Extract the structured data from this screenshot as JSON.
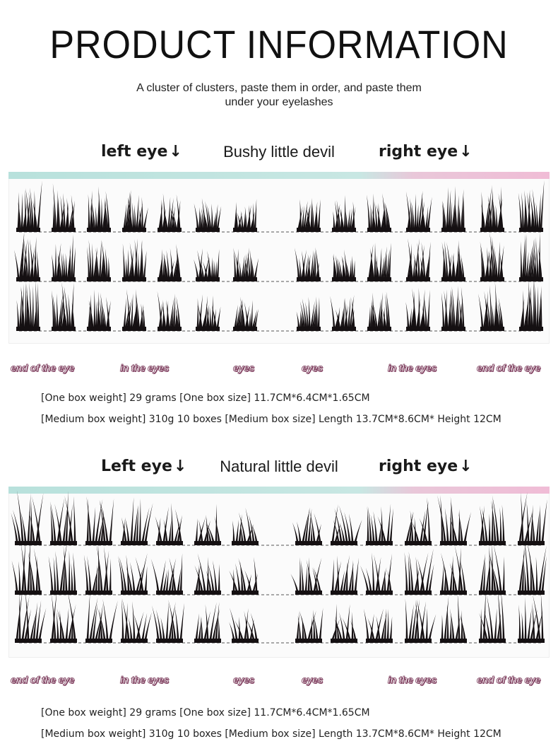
{
  "header": {
    "title": "PRODUCT INFORMATION",
    "subtitle_line1": "A cluster of clusters, paste them in order, and paste them",
    "subtitle_line2": "under your eyelashes"
  },
  "sections": [
    {
      "left_label": "left eye",
      "arrow": "↓",
      "style_name": "Bushy little devil",
      "right_label": "right eye",
      "position_labels": [
        "end of the eye",
        "in the eyes",
        "eyes",
        "eyes",
        "in the eyes",
        "end of the eye"
      ],
      "spec_line1": "[One box weight] 29 grams [One box size] 11.7CM*6.4CM*1.65CM",
      "spec_line2": "[Medium box weight] 310g 10 boxes [Medium box size] Length 13.7CM*8.6CM* Height 12CM"
    },
    {
      "left_label": "Left eye",
      "arrow": "↓",
      "style_name": "Natural little devil",
      "right_label": "right eye",
      "position_labels": [
        "end of the eye",
        "in the eyes",
        "eyes",
        "eyes",
        "in the eyes",
        "end of the eye"
      ],
      "spec_line1": "[One box weight] 29 grams [One box size] 11.7CM*6.4CM*1.65CM",
      "spec_line2": "[Medium box weight] 310g 10 boxes [Medium box size] Length 13.7CM*8.6CM* Height 12CM"
    }
  ],
  "colors": {
    "band_teal": "#b8e1dc",
    "band_pink": "#f0bcd6",
    "lash": "#151012",
    "label_outline": "#7a3a5a"
  }
}
